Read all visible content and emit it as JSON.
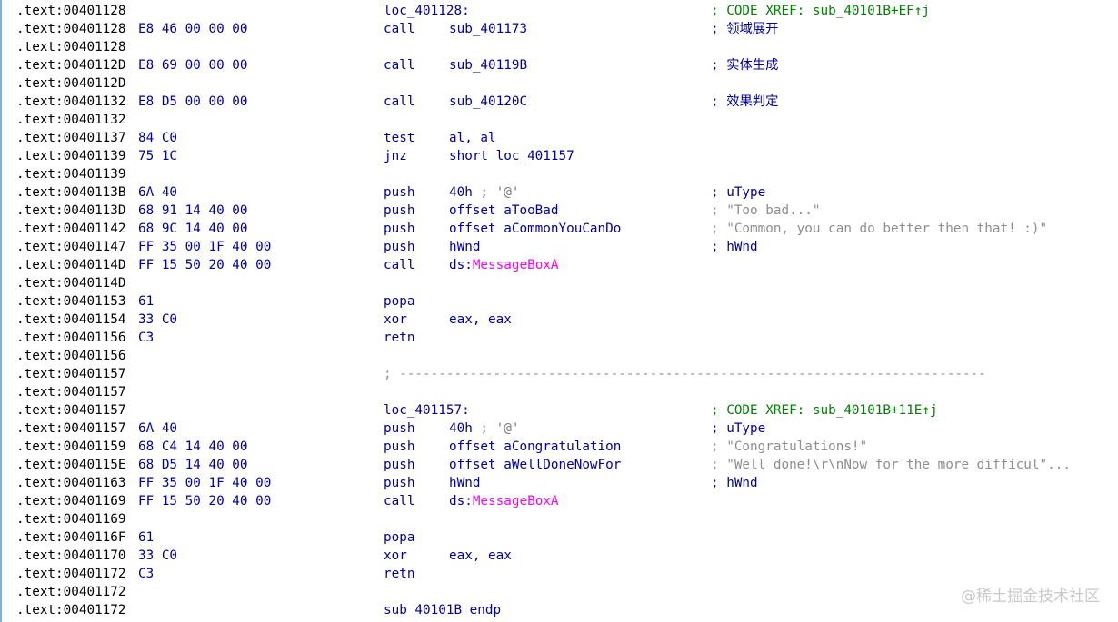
{
  "view": {
    "lines": [
      {
        "addr": ".text:00401128",
        "label": "loc_401128:",
        "comment": [
          {
            "t": "; CODE XREF: sub_40101B+EF↑j",
            "c": "green"
          }
        ]
      },
      {
        "addr": ".text:00401128",
        "bytes": "E8 46 00 00 00",
        "mnem": "call",
        "operand": [
          {
            "t": "sub_401173",
            "c": "blue"
          }
        ],
        "comment": [
          {
            "t": "; ",
            "c": "blue"
          },
          {
            "t": "领域展开",
            "c": "blue",
            "cjk": true
          }
        ]
      },
      {
        "addr": ".text:00401128"
      },
      {
        "addr": ".text:0040112D",
        "bytes": "E8 69 00 00 00",
        "mnem": "call",
        "operand": [
          {
            "t": "sub_40119B",
            "c": "blue"
          }
        ],
        "comment": [
          {
            "t": "; ",
            "c": "blue"
          },
          {
            "t": "实体生成",
            "c": "blue",
            "cjk": true
          }
        ]
      },
      {
        "addr": ".text:0040112D"
      },
      {
        "addr": ".text:00401132",
        "bytes": "E8 D5 00 00 00",
        "mnem": "call",
        "operand": [
          {
            "t": "sub_40120C",
            "c": "blue"
          }
        ],
        "comment": [
          {
            "t": "; ",
            "c": "blue"
          },
          {
            "t": "效果判定",
            "c": "blue",
            "cjk": true
          }
        ]
      },
      {
        "addr": ".text:00401132"
      },
      {
        "addr": ".text:00401137",
        "bytes": "84 C0",
        "mnem": "test",
        "operand": [
          {
            "t": "al, al",
            "c": "blue"
          }
        ]
      },
      {
        "addr": ".text:00401139",
        "bytes": "75 1C",
        "mnem": "jnz",
        "operand": [
          {
            "t": "short loc_401157",
            "c": "blue"
          }
        ]
      },
      {
        "addr": ".text:00401139"
      },
      {
        "addr": ".text:0040113B",
        "bytes": "6A 40",
        "mnem": "push",
        "operand": [
          {
            "t": "40h",
            "c": "blue"
          },
          {
            "t": " ; '@'",
            "c": "gray"
          }
        ],
        "comment": [
          {
            "t": "; uType",
            "c": "blue"
          }
        ]
      },
      {
        "addr": ".text:0040113D",
        "bytes": "68 91 14 40 00",
        "mnem": "push",
        "operand": [
          {
            "t": "offset aTooBad",
            "c": "blue"
          }
        ],
        "comment": [
          {
            "t": "; \"Too bad...\"",
            "c": "cgray"
          }
        ]
      },
      {
        "addr": ".text:00401142",
        "bytes": "68 9C 14 40 00",
        "mnem": "push",
        "operand": [
          {
            "t": "offset aCommonYouCanDo",
            "c": "blue"
          }
        ],
        "comment": [
          {
            "t": "; \"Common, you can do better then that! :)\"",
            "c": "cgray"
          }
        ]
      },
      {
        "addr": ".text:00401147",
        "bytes": "FF 35 00 1F 40 00",
        "mnem": "push",
        "operand": [
          {
            "t": "hWnd",
            "c": "blue"
          }
        ],
        "comment": [
          {
            "t": "; hWnd",
            "c": "blue"
          }
        ]
      },
      {
        "addr": ".text:0040114D",
        "bytes": "FF 15 50 20 40 00",
        "mnem": "call",
        "operand": [
          {
            "t": "ds:",
            "c": "blue"
          },
          {
            "t": "MessageBoxA",
            "c": "magenta"
          }
        ]
      },
      {
        "addr": ".text:0040114D"
      },
      {
        "addr": ".text:00401153",
        "bytes": "61",
        "mnem": "popa"
      },
      {
        "addr": ".text:00401154",
        "bytes": "33 C0",
        "mnem": "xor",
        "operand": [
          {
            "t": "eax, eax",
            "c": "blue"
          }
        ]
      },
      {
        "addr": ".text:00401156",
        "bytes": "C3",
        "mnem": "retn"
      },
      {
        "addr": ".text:00401156"
      },
      {
        "addr": ".text:00401157",
        "separator": "; ---------------------------------------------------------------------------"
      },
      {
        "addr": ".text:00401157"
      },
      {
        "addr": ".text:00401157",
        "label": "loc_401157:",
        "comment": [
          {
            "t": "; CODE XREF: sub_40101B+11E↑j",
            "c": "green"
          }
        ]
      },
      {
        "addr": ".text:00401157",
        "bytes": "6A 40",
        "mnem": "push",
        "operand": [
          {
            "t": "40h",
            "c": "blue"
          },
          {
            "t": " ; '@'",
            "c": "gray"
          }
        ],
        "comment": [
          {
            "t": "; uType",
            "c": "blue"
          }
        ]
      },
      {
        "addr": ".text:00401159",
        "bytes": "68 C4 14 40 00",
        "mnem": "push",
        "operand": [
          {
            "t": "offset aCongratulation",
            "c": "blue"
          }
        ],
        "comment": [
          {
            "t": "; \"Congratulations!\"",
            "c": "cgray"
          }
        ]
      },
      {
        "addr": ".text:0040115E",
        "bytes": "68 D5 14 40 00",
        "mnem": "push",
        "operand": [
          {
            "t": "offset aWellDoneNowFor",
            "c": "blue"
          }
        ],
        "comment": [
          {
            "t": "; \"Well done!\\r\\nNow for the more difficul\"...",
            "c": "cgray"
          }
        ]
      },
      {
        "addr": ".text:00401163",
        "bytes": "FF 35 00 1F 40 00",
        "mnem": "push",
        "operand": [
          {
            "t": "hWnd",
            "c": "blue"
          }
        ],
        "comment": [
          {
            "t": "; hWnd",
            "c": "blue"
          }
        ]
      },
      {
        "addr": ".text:00401169",
        "bytes": "FF 15 50 20 40 00",
        "mnem": "call",
        "operand": [
          {
            "t": "ds:",
            "c": "blue"
          },
          {
            "t": "MessageBoxA",
            "c": "magenta"
          }
        ]
      },
      {
        "addr": ".text:00401169"
      },
      {
        "addr": ".text:0040116F",
        "bytes": "61",
        "mnem": "popa"
      },
      {
        "addr": ".text:00401170",
        "bytes": "33 C0",
        "mnem": "xor",
        "operand": [
          {
            "t": "eax, eax",
            "c": "blue"
          }
        ]
      },
      {
        "addr": ".text:00401172",
        "bytes": "C3",
        "mnem": "retn"
      },
      {
        "addr": ".text:00401172"
      },
      {
        "addr": ".text:00401172",
        "endp": "sub_40101B endp"
      }
    ]
  },
  "watermark": "@稀土掘金技术社区",
  "colors": {
    "address": "#000000",
    "code": "#0000a0",
    "xref_comment": "#008000",
    "string_comment": "#8e8e8e",
    "import_name": "#ff00ff",
    "separator": "#8e8e8e"
  }
}
